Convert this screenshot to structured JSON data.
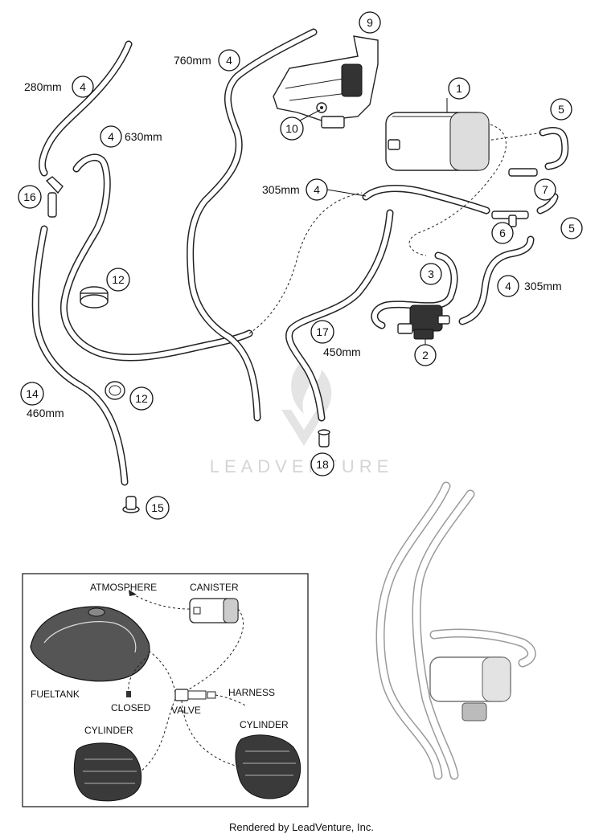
{
  "callouts": [
    {
      "num": "1"
    },
    {
      "num": "2"
    },
    {
      "num": "3"
    },
    {
      "num": "4"
    },
    {
      "num": "4"
    },
    {
      "num": "4"
    },
    {
      "num": "4"
    },
    {
      "num": "4"
    },
    {
      "num": "5"
    },
    {
      "num": "5"
    },
    {
      "num": "6"
    },
    {
      "num": "7"
    },
    {
      "num": "9"
    },
    {
      "num": "10"
    },
    {
      "num": "12"
    },
    {
      "num": "12"
    },
    {
      "num": "14"
    },
    {
      "num": "15"
    },
    {
      "num": "16"
    },
    {
      "num": "17"
    },
    {
      "num": "18"
    }
  ],
  "lengths": {
    "hose_280": "280mm",
    "hose_760": "760mm",
    "hose_630": "630mm",
    "hose_305a": "305mm",
    "hose_305b": "305mm",
    "hose_450": "450mm",
    "hose_460": "460mm"
  },
  "schematic": {
    "atmosphere": "ATMOSPHERE",
    "canister": "CANISTER",
    "fueltank": "FUELTANK",
    "closed": "CLOSED",
    "valve": "VALVE",
    "harness": "HARNESS",
    "cylinder_left": "CYLINDER",
    "cylinder_right": "CYLINDER"
  },
  "watermark": "LEADVENTURE",
  "footer": "Rendered by LeadVenture, Inc."
}
